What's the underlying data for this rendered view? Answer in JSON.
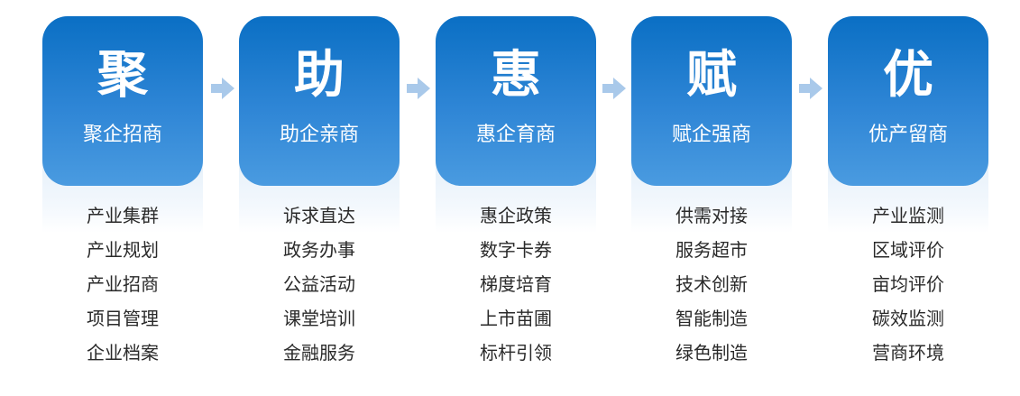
{
  "steps": [
    {
      "big": "聚",
      "title": "聚企招商",
      "items": [
        "产业集群",
        "产业规划",
        "产业招商",
        "项目管理",
        "企业档案"
      ]
    },
    {
      "big": "助",
      "title": "助企亲商",
      "items": [
        "诉求直达",
        "政务办事",
        "公益活动",
        "课堂培训",
        "金融服务"
      ]
    },
    {
      "big": "惠",
      "title": "惠企育商",
      "items": [
        "惠企政策",
        "数字卡券",
        "梯度培育",
        "上市苗圃",
        "标杆引领"
      ]
    },
    {
      "big": "赋",
      "title": "赋企强商",
      "items": [
        "供需对接",
        "服务超市",
        "技术创新",
        "智能制造",
        "绿色制造"
      ]
    },
    {
      "big": "优",
      "title": "优产留商",
      "items": [
        "产业监测",
        "区域评价",
        "亩均评价",
        "碳效监测",
        "营商环境"
      ]
    }
  ],
  "colors": {
    "header_top": "#0a6fc4",
    "header_bottom": "#4a9be0",
    "arrow": "#a9c9ea",
    "item_text": "#2a2a2a"
  }
}
